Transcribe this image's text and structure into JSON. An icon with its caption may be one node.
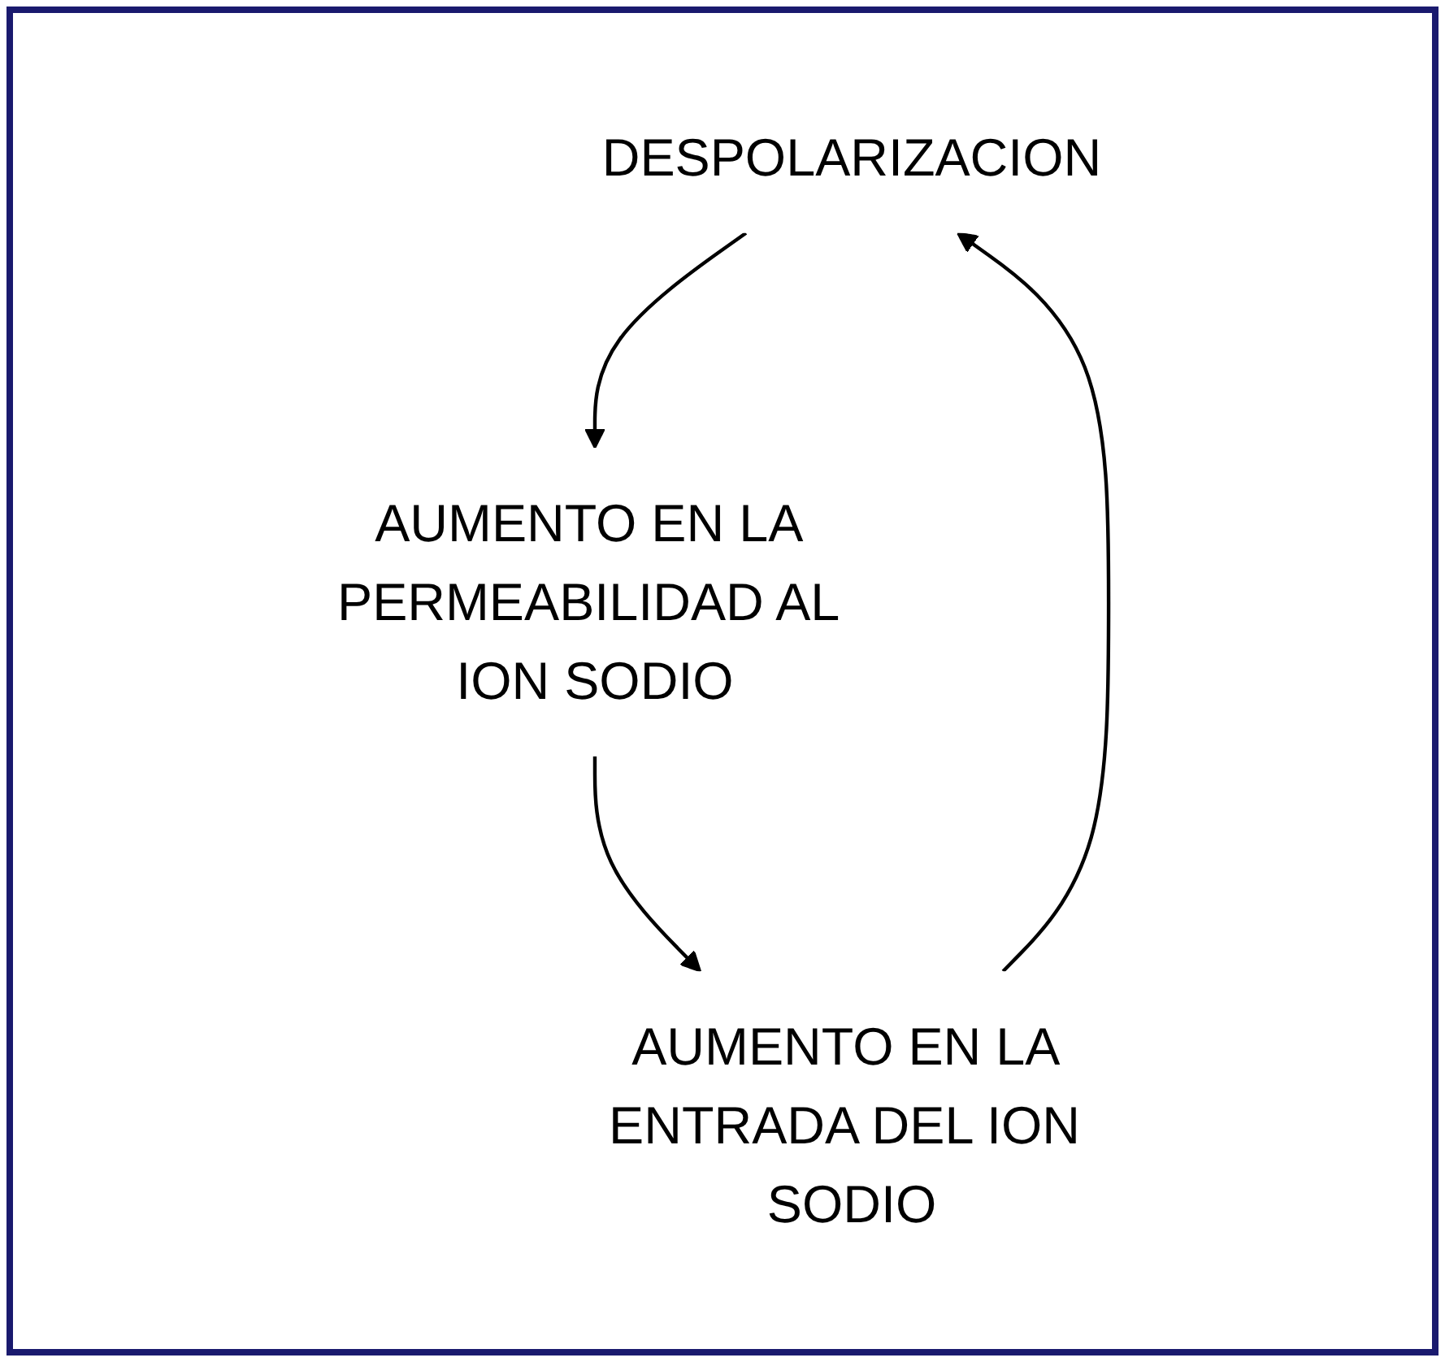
{
  "diagram": {
    "nodes": [
      {
        "text": [
          "DESPOLARIZACION"
        ]
      },
      {
        "text": [
          "AUMENTO EN LA PERMEABILIDAD AL ION SODIO"
        ]
      },
      {
        "text": [
          "AUMENTO EN LA ENTRADA DEL ION SODIO"
        ]
      }
    ],
    "edges": [
      {
        "from": 0,
        "to": 1,
        "arrow": "to"
      },
      {
        "from": 1,
        "to": 2,
        "arrow": "to"
      },
      {
        "from": 2,
        "to": 0,
        "arrow": "to"
      }
    ]
  }
}
